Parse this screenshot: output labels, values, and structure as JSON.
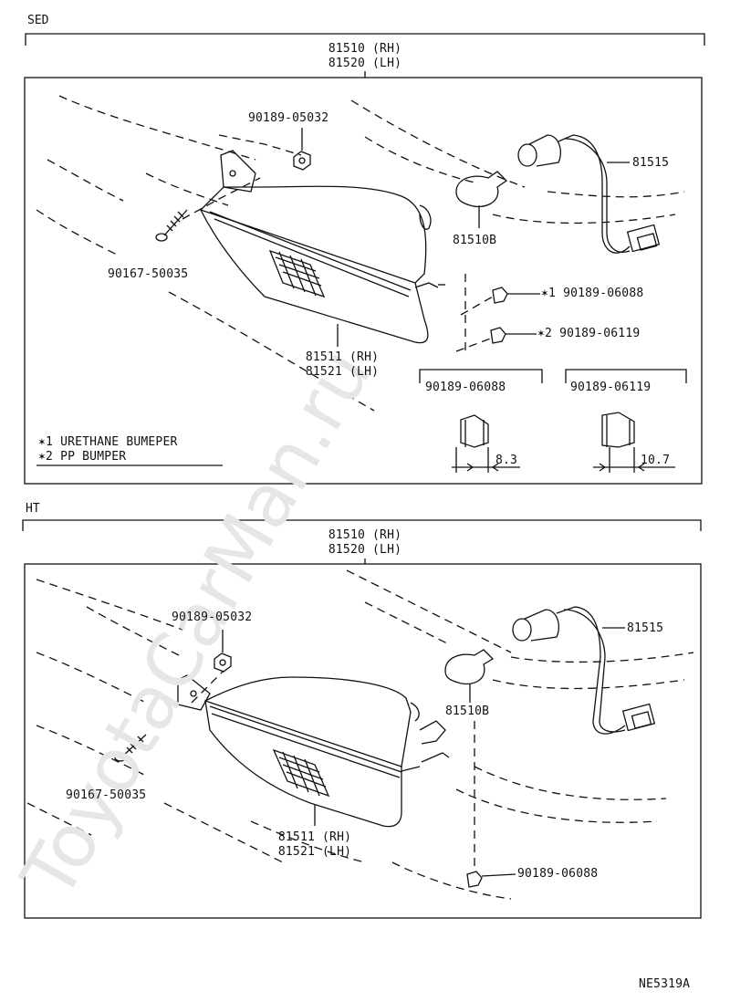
{
  "diagram_code": "NE5319A",
  "watermark": "ToyotaCarMan.ru",
  "colors": {
    "line": "#111111",
    "watermark": "#e6e6e6"
  },
  "sed": {
    "title": "SED",
    "assembly_rh": "81510 (RH)",
    "assembly_lh": "81520 (LH)",
    "nut_upper": "90189-05032",
    "bulb_socket": "81515",
    "bulb": "81510B",
    "screw": "90167-50035",
    "nut1": "✶1  90189-06088",
    "nut2": "✶2  90189-06119",
    "lens_rh": "81511 (RH)",
    "lens_lh": "81521 (LH)",
    "note1": "✶1 URETHANE BUMEPER",
    "note2": "✶2 PP BUMPER",
    "detail1_part": "90189-06088",
    "detail1_dim": "8.3",
    "detail2_part": "90189-06119",
    "detail2_dim": "10.7"
  },
  "ht": {
    "title": "HT",
    "assembly_rh": "81510 (RH)",
    "assembly_lh": "81520 (LH)",
    "nut_upper": "90189-05032",
    "bulb_socket": "81515",
    "bulb": "81510B",
    "screw": "90167-50035",
    "lens_rh": "81511 (RH)",
    "lens_lh": "81521 (LH)",
    "nut": "90189-06088"
  }
}
